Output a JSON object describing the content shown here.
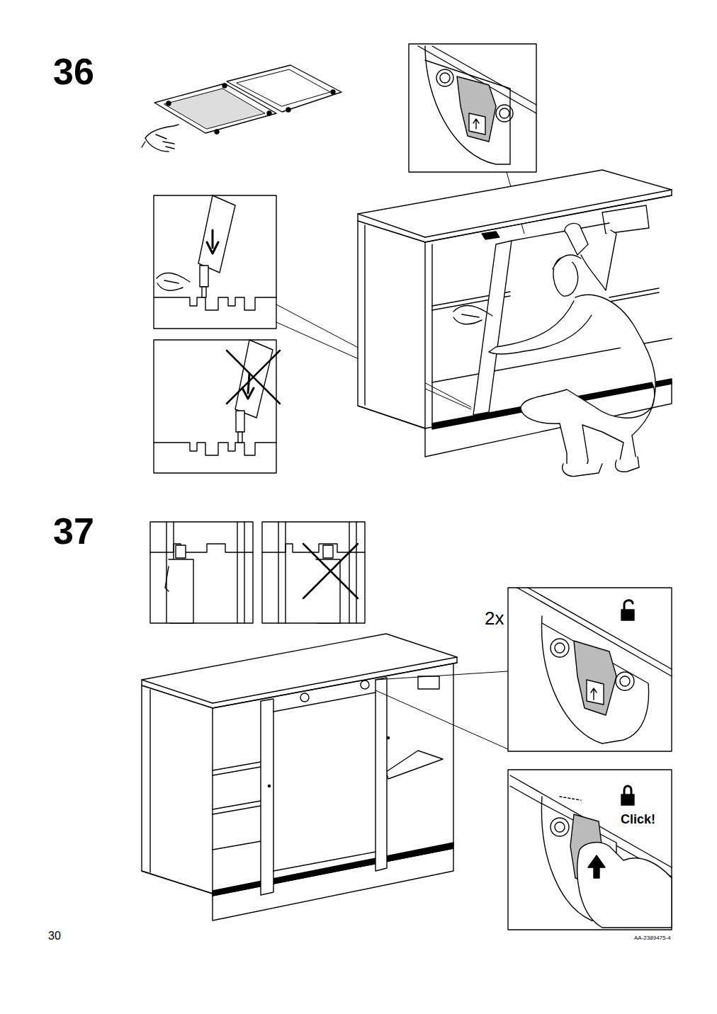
{
  "diagram": {
    "labels": [
      "36",
      "37",
      "2x",
      "Click!",
      "30",
      "AA-2389475-4"
    ]
  }
}
